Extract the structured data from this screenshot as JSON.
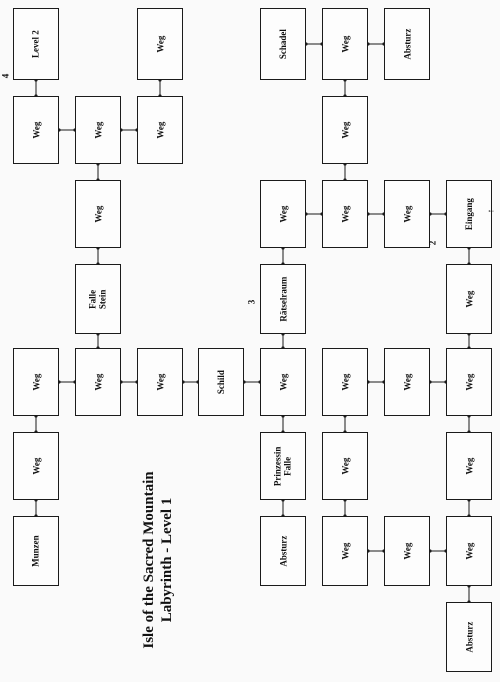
{
  "diagram": {
    "title": "Isle of the Sacred Mountain",
    "subtitle": "Labyrinth - Level 1",
    "markers": {
      "m4": "4",
      "m3": "3",
      "m2": "2",
      "entry": "↑"
    },
    "rooms": [
      {
        "id": "level2",
        "lines": [
          "Level 2"
        ]
      },
      {
        "id": "weg_c3_r1",
        "lines": [
          "Weg"
        ]
      },
      {
        "id": "schadel",
        "lines": [
          "Schadel"
        ]
      },
      {
        "id": "weg_c6_r1",
        "lines": [
          "Weg"
        ]
      },
      {
        "id": "absturz_top",
        "lines": [
          "Absturz"
        ]
      },
      {
        "id": "weg_c1_r2",
        "lines": [
          "Weg"
        ]
      },
      {
        "id": "weg_c2_r2",
        "lines": [
          "Weg"
        ]
      },
      {
        "id": "weg_c3_r2",
        "lines": [
          "Weg"
        ]
      },
      {
        "id": "weg_c6_r2",
        "lines": [
          "Weg"
        ]
      },
      {
        "id": "weg_c2_r3",
        "lines": [
          "Weg"
        ]
      },
      {
        "id": "weg_c5_r3",
        "lines": [
          "Weg"
        ]
      },
      {
        "id": "weg_c6_r3",
        "lines": [
          "Weg"
        ]
      },
      {
        "id": "weg_c7_r3",
        "lines": [
          "Weg"
        ]
      },
      {
        "id": "eingang",
        "lines": [
          "Eingang"
        ]
      },
      {
        "id": "falle_stein",
        "lines": [
          "Falle",
          "Stein"
        ]
      },
      {
        "id": "ratselraum",
        "lines": [
          "Rätselraum"
        ]
      },
      {
        "id": "weg_c8_r4",
        "lines": [
          "Weg"
        ]
      },
      {
        "id": "weg_c1_r5",
        "lines": [
          "Weg"
        ]
      },
      {
        "id": "weg_c2_r5",
        "lines": [
          "Weg"
        ]
      },
      {
        "id": "weg_c3_r5",
        "lines": [
          "Weg"
        ]
      },
      {
        "id": "schild",
        "lines": [
          "Schild"
        ]
      },
      {
        "id": "weg_c5_r5",
        "lines": [
          "Weg"
        ]
      },
      {
        "id": "weg_c6_r5",
        "lines": [
          "Weg"
        ]
      },
      {
        "id": "weg_c7_r5",
        "lines": [
          "Weg"
        ]
      },
      {
        "id": "weg_c8_r5",
        "lines": [
          "Weg"
        ]
      },
      {
        "id": "weg_c1_r6",
        "lines": [
          "Weg"
        ]
      },
      {
        "id": "prinzessin_falle",
        "lines": [
          "Prinzessin",
          "Falle"
        ]
      },
      {
        "id": "weg_c6_r6",
        "lines": [
          "Weg"
        ]
      },
      {
        "id": "weg_c8_r6",
        "lines": [
          "Weg"
        ]
      },
      {
        "id": "munzen",
        "lines": [
          "Munzen"
        ]
      },
      {
        "id": "absturz_mid",
        "lines": [
          "Absturz"
        ]
      },
      {
        "id": "weg_c6_r7",
        "lines": [
          "Weg"
        ]
      },
      {
        "id": "weg_c7_r7",
        "lines": [
          "Weg"
        ]
      },
      {
        "id": "weg_c8_r7",
        "lines": [
          "Weg"
        ]
      },
      {
        "id": "absturz_bottom",
        "lines": [
          "Absturz"
        ]
      }
    ]
  }
}
